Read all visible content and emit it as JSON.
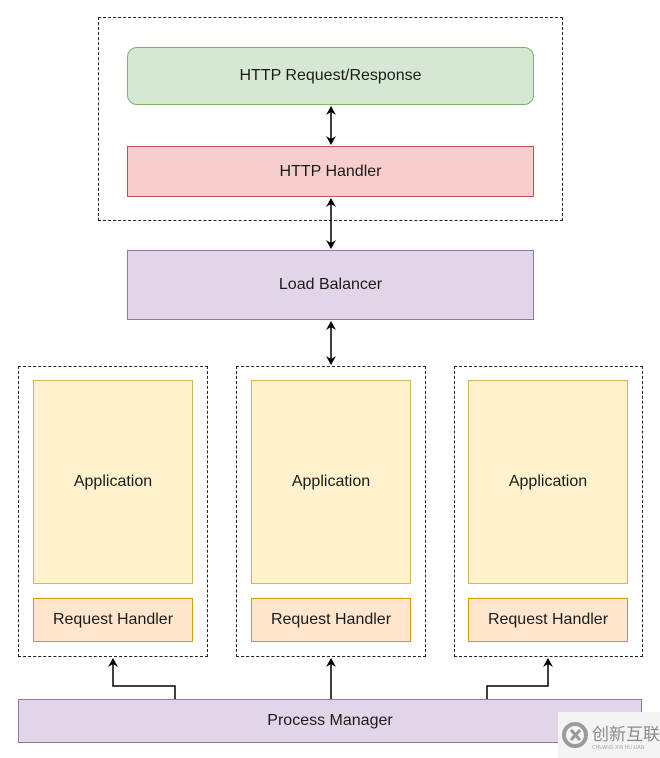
{
  "diagram": {
    "nodes": {
      "http_request_response": "HTTP Request/Response",
      "http_handler": "HTTP Handler",
      "load_balancer": "Load Balancer",
      "process_manager": "Process Manager"
    },
    "workers": [
      {
        "application": "Application",
        "request_handler": "Request Handler"
      },
      {
        "application": "Application",
        "request_handler": "Request Handler"
      },
      {
        "application": "Application",
        "request_handler": "Request Handler"
      }
    ],
    "edges": [
      {
        "from": "http_request_response",
        "to": "http_handler",
        "type": "bidirectional"
      },
      {
        "from": "http_handler",
        "to": "load_balancer",
        "type": "bidirectional"
      },
      {
        "from": "load_balancer",
        "to": "workers",
        "type": "bidirectional"
      },
      {
        "from": "process_manager",
        "to": "worker-1",
        "type": "directed"
      },
      {
        "from": "process_manager",
        "to": "worker-2",
        "type": "directed"
      },
      {
        "from": "process_manager",
        "to": "worker-3",
        "type": "directed"
      }
    ],
    "colors": {
      "green_fill": "#d5e8d4",
      "green_stroke": "#82b366",
      "red_fill": "#f8cecc",
      "red_stroke": "#b85450",
      "purple_fill": "#e1d5e7",
      "purple_stroke": "#9673a6",
      "yellow_fill": "#fff2cc",
      "yellow_stroke": "#d6b656",
      "orange_fill": "#ffe6cc",
      "orange_stroke": "#d79b00"
    }
  },
  "watermark": {
    "text": "创新互联",
    "subtext": "CHUANG XIN HU LIAN"
  }
}
